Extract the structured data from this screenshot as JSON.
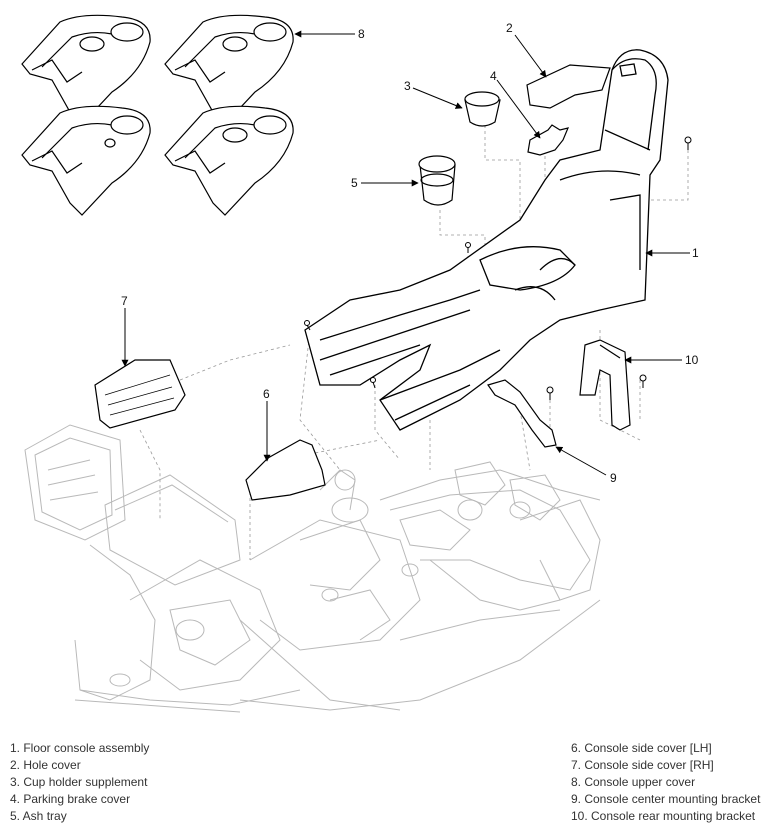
{
  "callouts": [
    "1",
    "2",
    "3",
    "4",
    "5",
    "6",
    "7",
    "8",
    "9",
    "10"
  ],
  "legend_left": [
    "1. Floor console assembly",
    "2. Hole cover",
    "3. Cup holder supplement",
    "4. Parking brake cover",
    "5. Ash tray"
  ],
  "legend_right": [
    "6. Console side cover [LH]",
    "7. Console side cover [RH]",
    "8. Console upper cover",
    "9. Console center mounting bracket",
    "10. Console rear mounting bracket"
  ]
}
